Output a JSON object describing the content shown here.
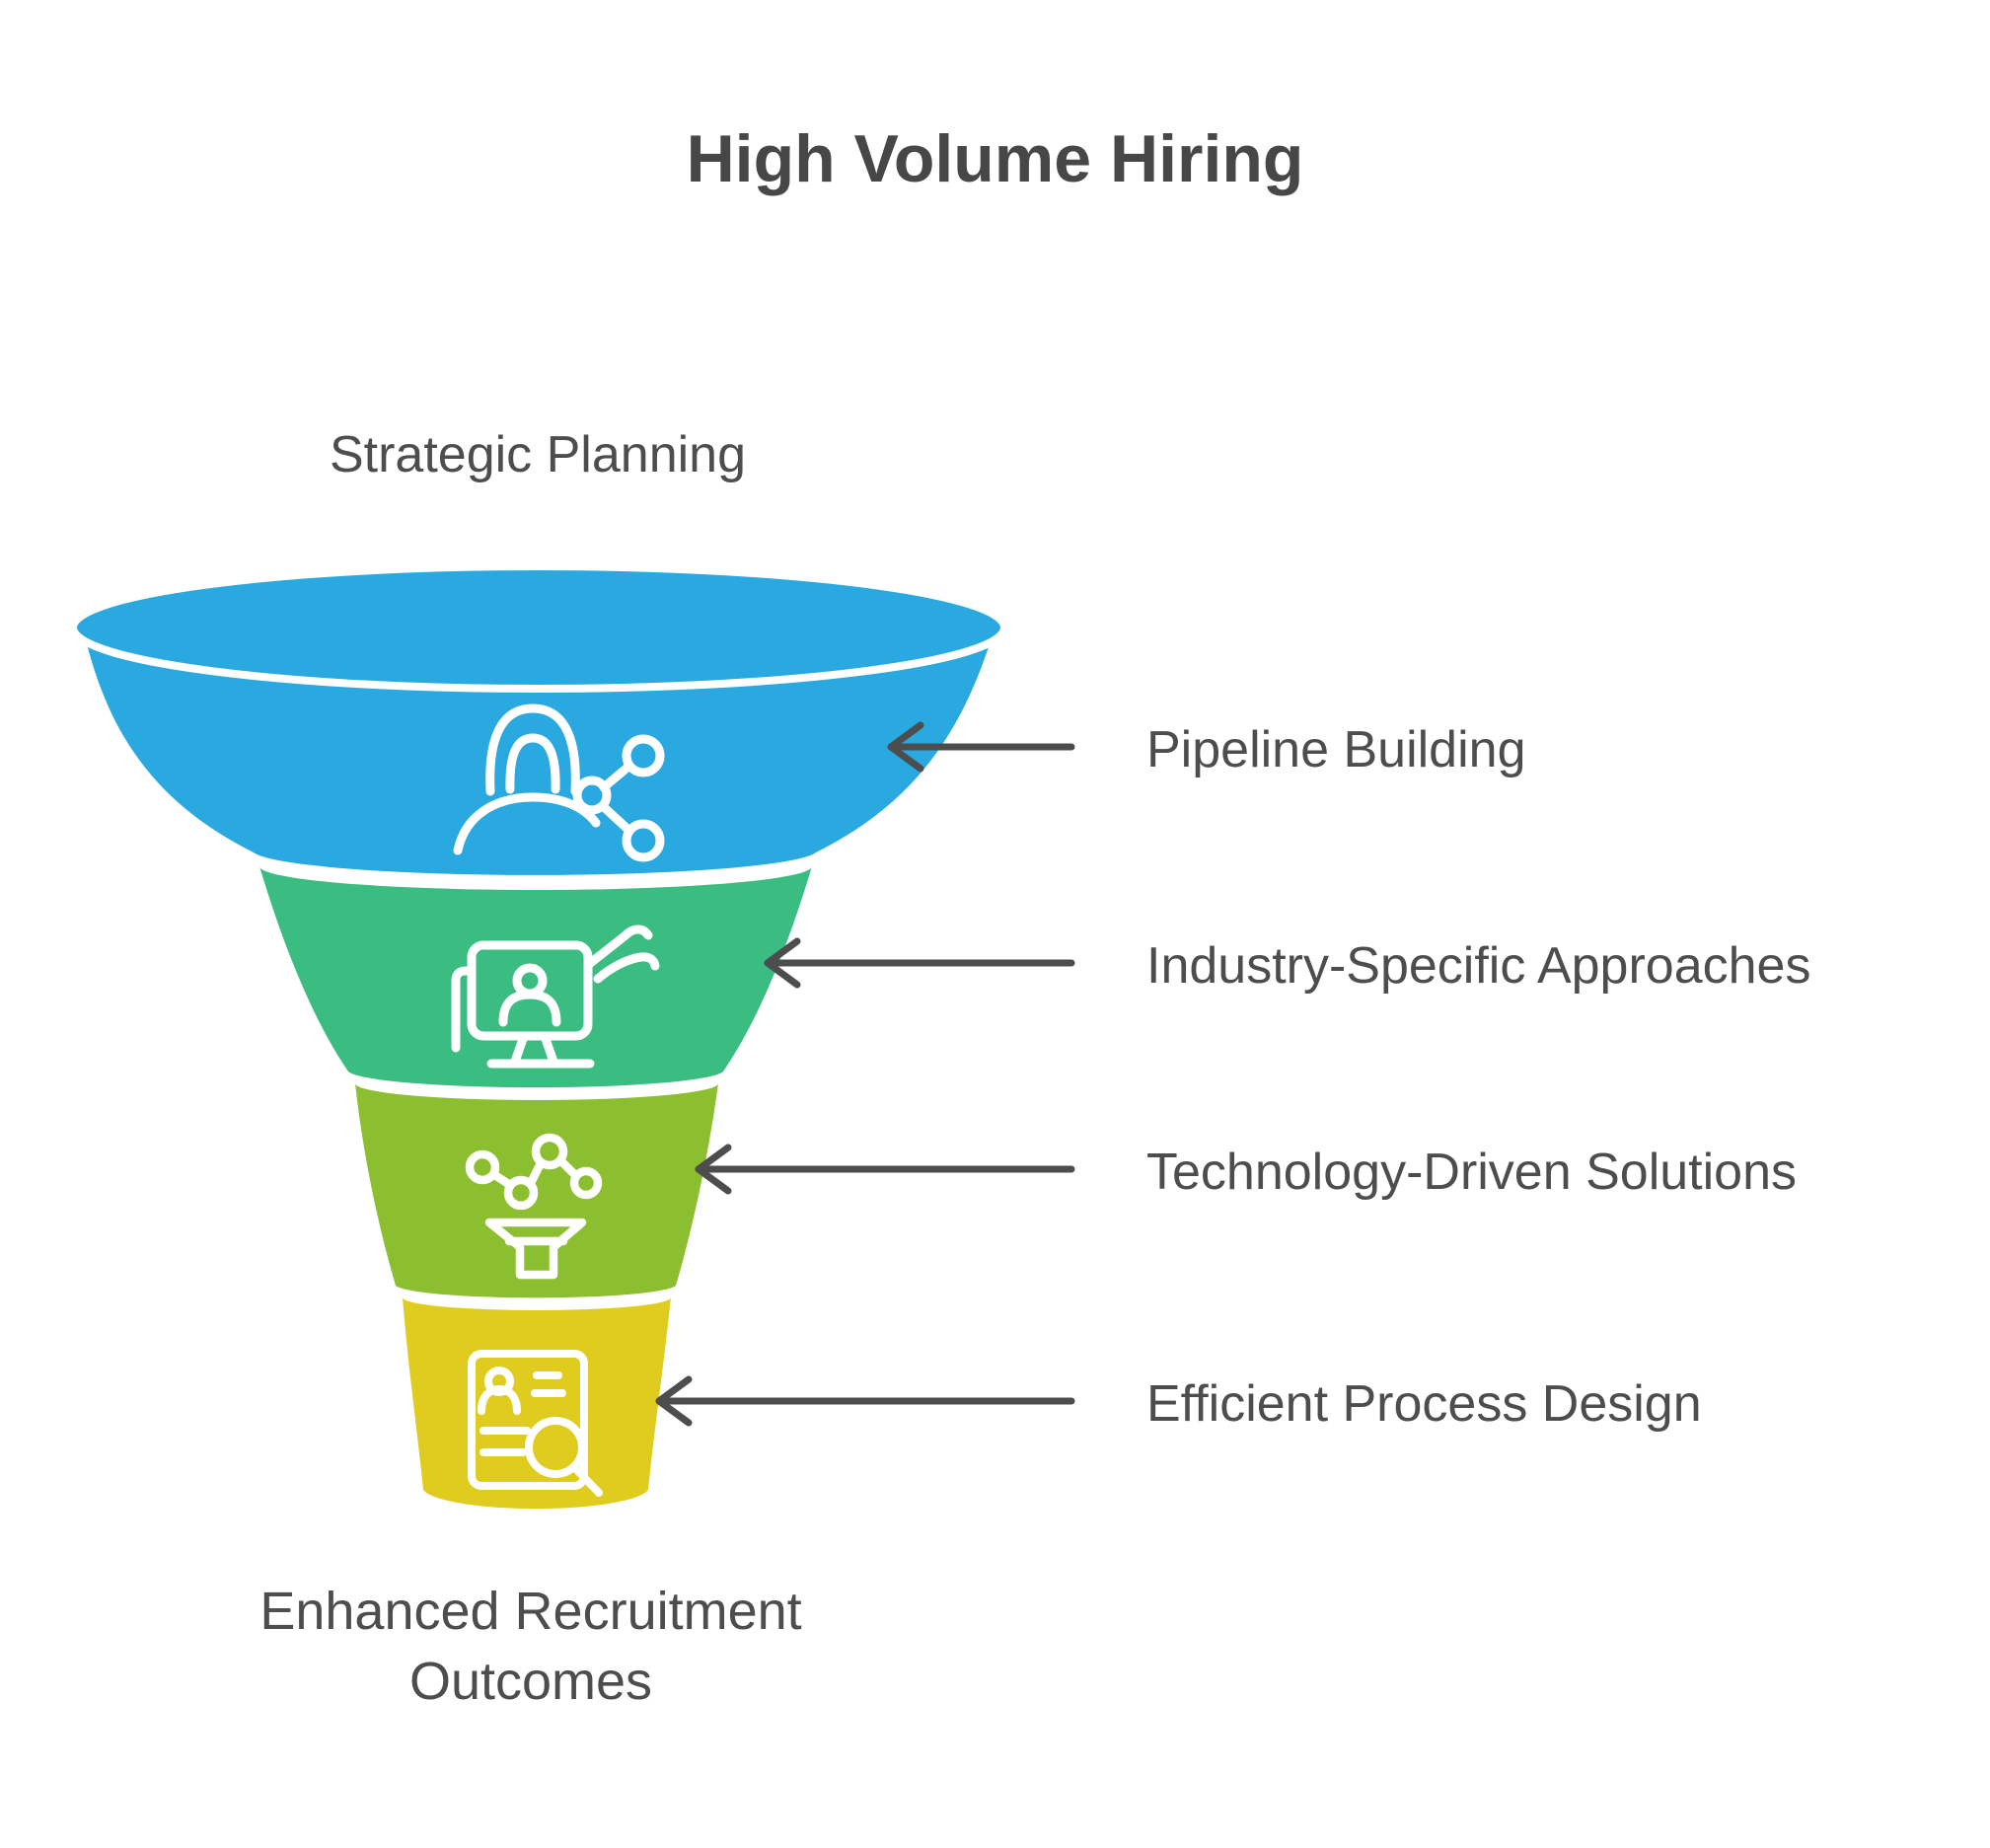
{
  "title": "High Volume Hiring",
  "funnel": {
    "top_label": "Strategic Planning",
    "bottom_label": "Enhanced Recruitment Outcomes",
    "stages": [
      {
        "label": "Pipeline Building",
        "color": "#29A9E0",
        "icon": "person-network-icon"
      },
      {
        "label": "Industry-Specific Approaches",
        "color": "#3BBD81",
        "icon": "monitor-candidate-icon"
      },
      {
        "label": "Technology-Driven Solutions",
        "color": "#8CBF2F",
        "icon": "data-points-funnel-icon"
      },
      {
        "label": "Efficient Process Design",
        "color": "#E0CC1E",
        "icon": "resume-search-icon"
      }
    ]
  },
  "colors": {
    "text": "#4D4D4D",
    "title": "#474747",
    "arrow": "#4D4D4D",
    "icon_stroke": "#FFFFFF"
  }
}
